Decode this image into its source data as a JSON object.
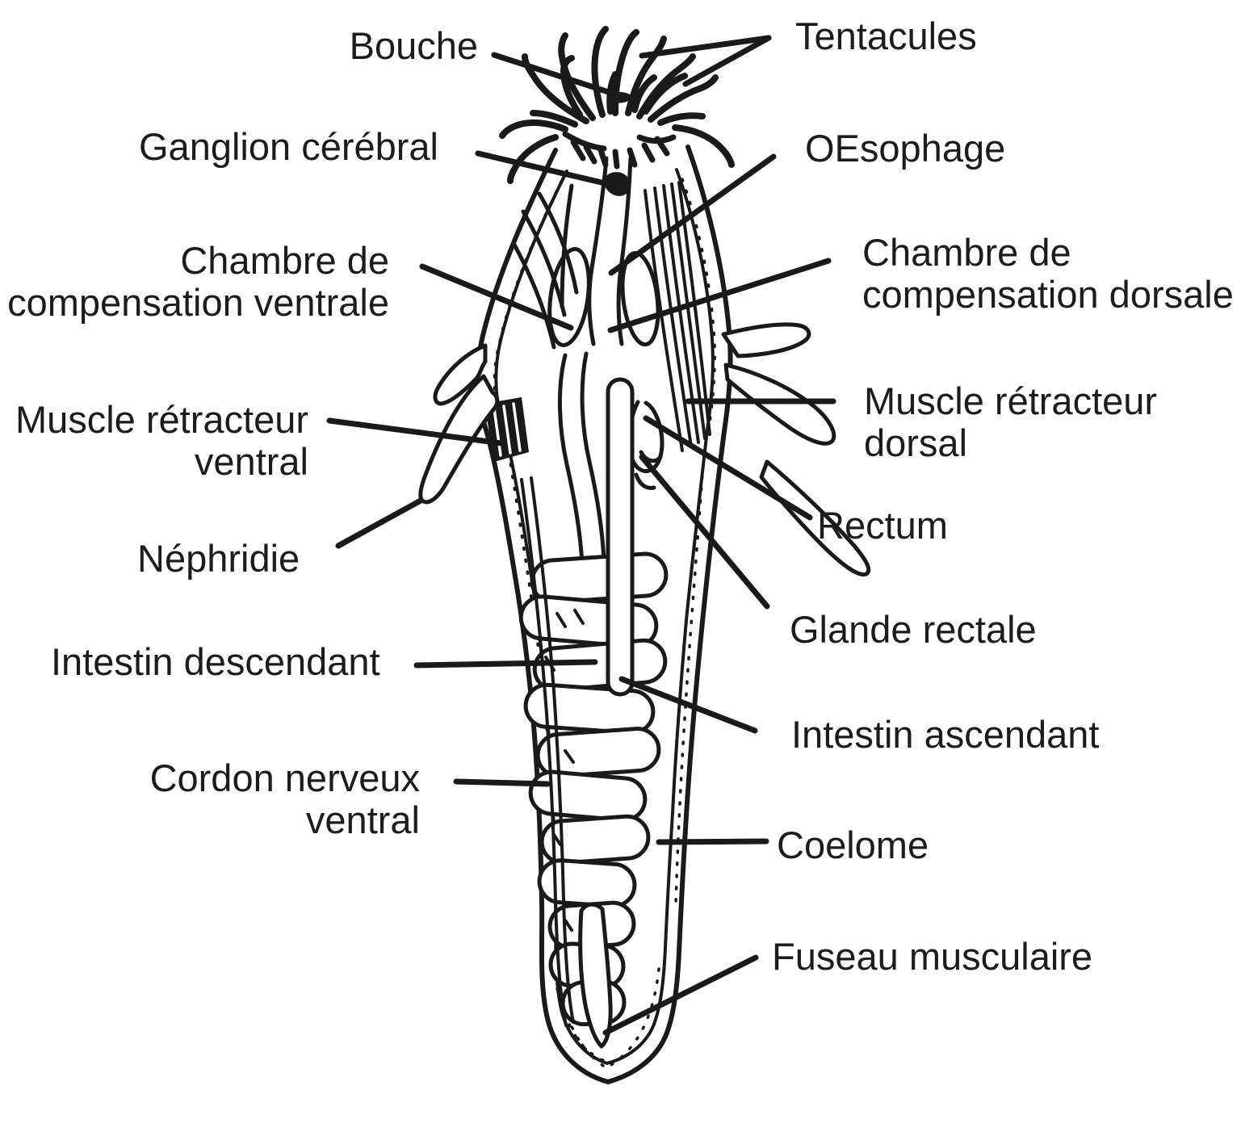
{
  "figure": {
    "type": "anatomical-diagram",
    "subject": "phoronid worm internal anatomy (vue générale)",
    "background_color": "#ffffff",
    "ink_color": "#1a1a1a"
  },
  "labels": {
    "bouche": "Bouche",
    "tentacules": "Tentacules",
    "ganglion_cerebral": "Ganglion cérébral",
    "oesophage": "OEsophage",
    "chambre_compensation_ventrale": "Chambre de\ncompensation ventrale",
    "chambre_compensation_dorsale": "Chambre de\ncompensation dorsale",
    "muscle_retracteur_ventral": "Muscle rétracteur\nventral",
    "muscle_retracteur_dorsal": "Muscle rétracteur\ndorsal",
    "nephridie": "Néphridie",
    "rectum": "Rectum",
    "glande_rectale": "Glande rectale",
    "intestin_descendant": "Intestin descendant",
    "intestin_ascendant": "Intestin ascendant",
    "cordon_nerveux_ventral": "Cordon nerveux\nventral",
    "coelome": "Coelome",
    "fuseau_musculaire": "Fuseau musculaire"
  }
}
